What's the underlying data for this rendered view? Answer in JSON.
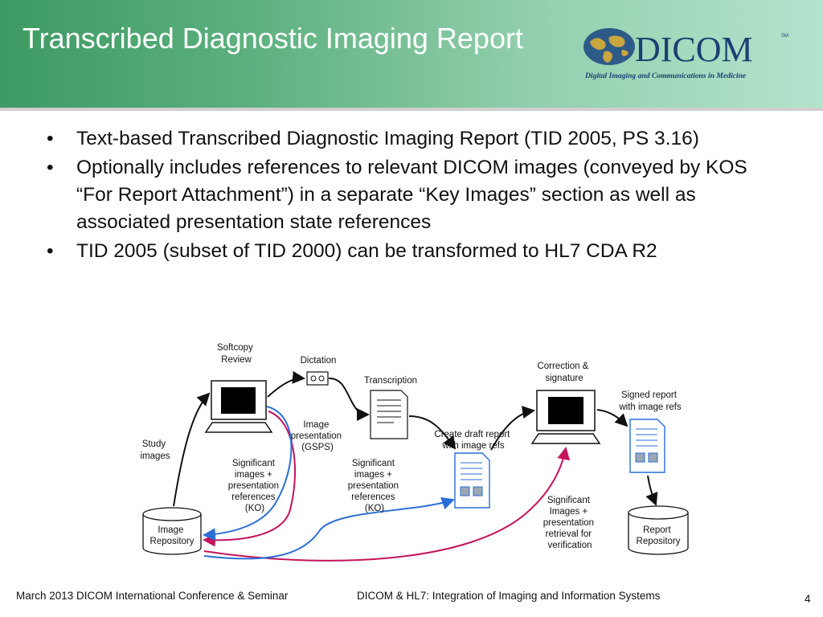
{
  "slide": {
    "title": "Transcribed Diagnostic Imaging Report",
    "logo": {
      "name": "DICOM",
      "sm": "SM",
      "tagline": "Digital Imaging and Communications in Medicine"
    },
    "bullets": [
      "Text-based Transcribed Diagnostic Imaging Report (TID 2005, PS 3.16)",
      "Optionally includes references to relevant DICOM images (conveyed by KOS “For Report Attachment”) in a separate “Key Images” section as well as associated presentation state references",
      "TID 2005 (subset of TID 2000) can be transformed to HL7 CDA R2"
    ],
    "footer": {
      "left": "March 2013 DICOM International Conference & Seminar",
      "center": "DICOM & HL7: Integration of Imaging and Information Systems",
      "page": "4"
    }
  },
  "diagram": {
    "labels": {
      "softcopy_review": [
        "Softcopy",
        "Review"
      ],
      "dictation": [
        "Dictation"
      ],
      "transcription": [
        "Transcription"
      ],
      "correction_signature": [
        "Correction &",
        "signature"
      ],
      "signed_report": [
        "Signed report",
        "with image refs"
      ],
      "study_images": [
        "Study",
        "images"
      ],
      "image_presentation": [
        "Image",
        "presentation",
        "(GSPS)"
      ],
      "create_draft": [
        "Create draft report",
        "with image refs"
      ],
      "sig_images_left": [
        "Significant",
        "images +",
        "presentation",
        "references",
        "(KO)"
      ],
      "sig_images_mid": [
        "Significant",
        "images +",
        "presentation",
        "references",
        "(KO)"
      ],
      "sig_images_right": [
        "Significant",
        "Images +",
        "presentation",
        "retrieval for",
        "verification"
      ],
      "image_repository": [
        "Image",
        "Repository"
      ],
      "report_repository": [
        "Report",
        "Repository"
      ]
    },
    "colors": {
      "blue": "#2a6fd6",
      "magenta": "#c4145c",
      "black": "#111111"
    }
  }
}
